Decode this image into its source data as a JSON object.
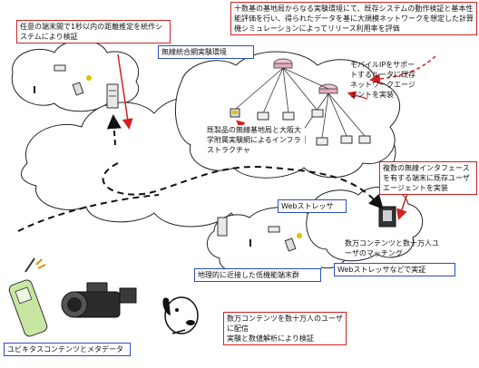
{
  "labels": {
    "nav_precision": "任意の端末間で1秒以内の距離推定を統作システムにより検証",
    "wireless_env": "無線統合網実験環境",
    "testbed_eval": "十数基の基地局からなる実験環境にて、既存システムの動作検証と基本性能評価を行い、得られたデータを基に大規模ネットワークを想定した計算機シミュレーションによってリリース利用率を評価",
    "mobile_ip": "モバイルIPをサポートするルータに既存ネットワークエージェントを実装",
    "infra": "既製品の無線基地局と大阪大学附属実験網によるインフラストラクチャ",
    "multi_interface": "複数の無線インタフェースを有する端末に既存ユーザエージェントを実装",
    "web_stressor": "Webストレッサ",
    "matching": "数万コンテンツと数十万人ユーザのマッチング",
    "web_stressor_impl": "Webストレッサなどで実証",
    "low_power_terminal": "地理的に近接した低機能端末群",
    "ubiquitous": "ユビキタスコンテンツとメタデータ",
    "distribution": "数万コンテンツを数十万人のユーザに配信",
    "verification": "実験と数値解析により検証"
  },
  "colors": {
    "callout_red": "#d42020",
    "callout_blue": "#2a4fbf",
    "cloud_stroke": "#222222"
  }
}
